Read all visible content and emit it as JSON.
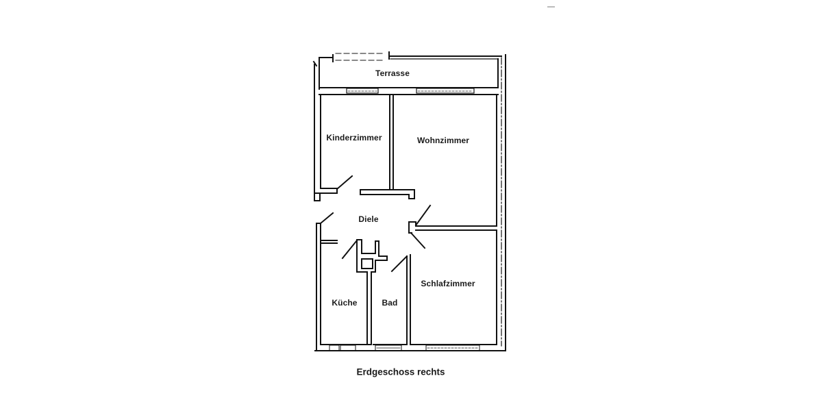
{
  "plan": {
    "caption": "Erdgeschoss rechts",
    "line_color": "#111111",
    "background": "#ffffff",
    "rooms": [
      {
        "id": "terrasse",
        "label": "Terrasse"
      },
      {
        "id": "kinderzimmer",
        "label": "Kinderzimmer"
      },
      {
        "id": "wohnzimmer",
        "label": "Wohnzimmer"
      },
      {
        "id": "diele",
        "label": "Diele"
      },
      {
        "id": "schlafzimmer",
        "label": "Schlafzimmer"
      },
      {
        "id": "kueche",
        "label": "Küche"
      },
      {
        "id": "bad",
        "label": "Bad"
      }
    ]
  }
}
